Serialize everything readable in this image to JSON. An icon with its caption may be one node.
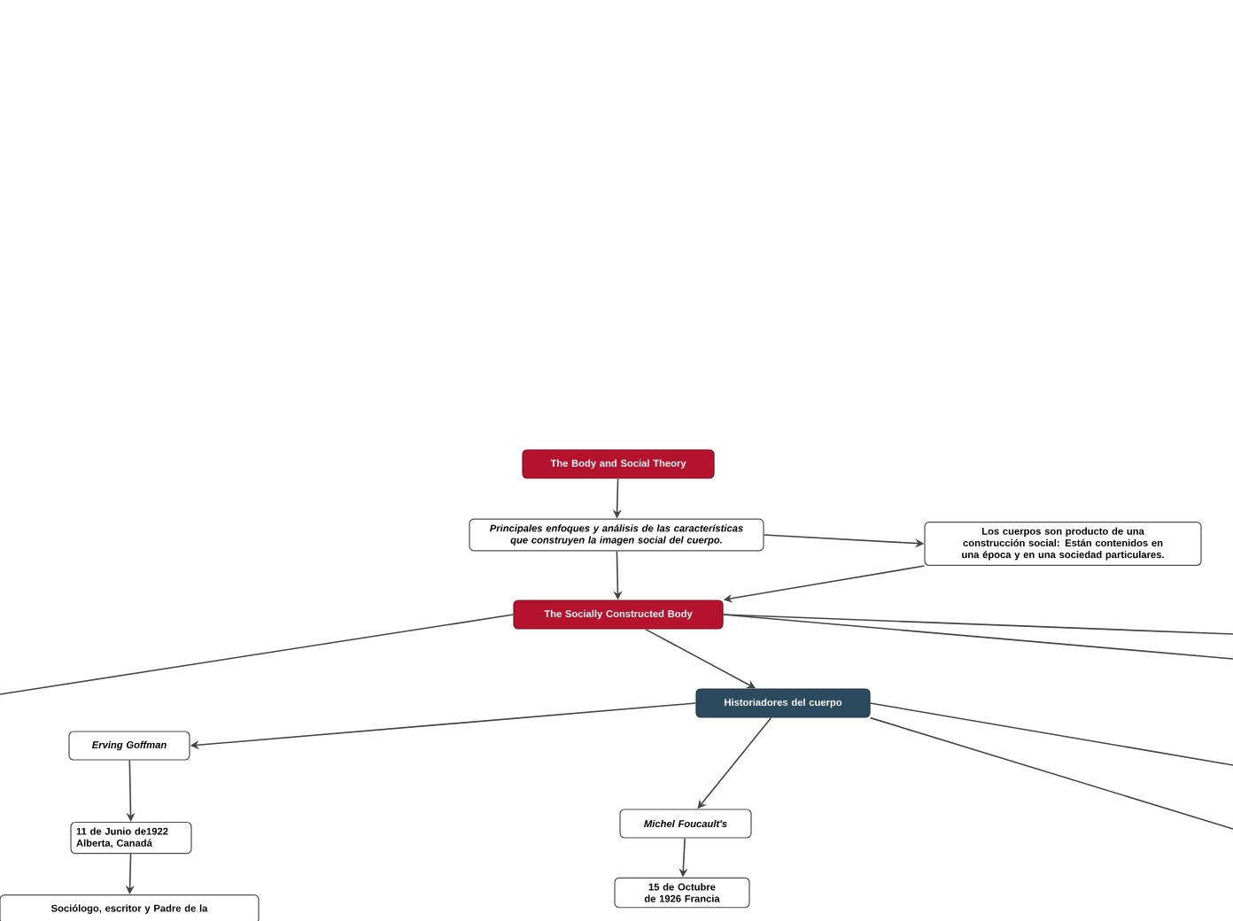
{
  "diagram": {
    "nodes": [
      {
        "text": [
          "The Body and Social Theory"
        ]
      },
      {
        "text": [
          "Principales enfoques y análisis de las características que construyen la imagen social del cuerpo."
        ]
      },
      {
        "text": [
          "Los cuerpos son producto de una construcción social: Están contenidos en una época y en una sociedad particulares."
        ]
      },
      {
        "text": [
          "The Socially Constructed Body"
        ]
      },
      {
        "text": [
          "Historiadores del cuerpo"
        ]
      },
      {
        "text": [
          "Erving Goffman"
        ]
      },
      {
        "text": [
          "11 de Junio de1922 Alberta, Canadá"
        ]
      },
      {
        "text": [
          "Sociólogo, escritor y Padre de la"
        ]
      },
      {
        "text": [
          "Michel Foucault's"
        ]
      },
      {
        "text": [
          "15 de Octubre de 1926 Francia"
        ]
      }
    ],
    "edges": [
      {
        "from": 0,
        "to": 1,
        "arrow": "to"
      },
      {
        "from": 1,
        "to": 3,
        "arrow": "to"
      },
      {
        "from": 1,
        "to": 2,
        "arrow": "to"
      },
      {
        "from": 2,
        "to": 3,
        "arrow": "to"
      },
      {
        "from": 3,
        "to": null,
        "arrow": "none"
      },
      {
        "from": 3,
        "to": null,
        "arrow": "none"
      },
      {
        "from": 3,
        "to": null,
        "arrow": "none"
      },
      {
        "from": 3,
        "to": 4,
        "arrow": "to"
      },
      {
        "from": 4,
        "to": 5,
        "arrow": "to"
      },
      {
        "from": 4,
        "to": 8,
        "arrow": "to"
      },
      {
        "from": 4,
        "to": null,
        "arrow": "none"
      },
      {
        "from": 4,
        "to": null,
        "arrow": "none"
      },
      {
        "from": 5,
        "to": 6,
        "arrow": "to"
      },
      {
        "from": 6,
        "to": 7,
        "arrow": "to"
      },
      {
        "from": 8,
        "to": 9,
        "arrow": "to"
      }
    ]
  }
}
